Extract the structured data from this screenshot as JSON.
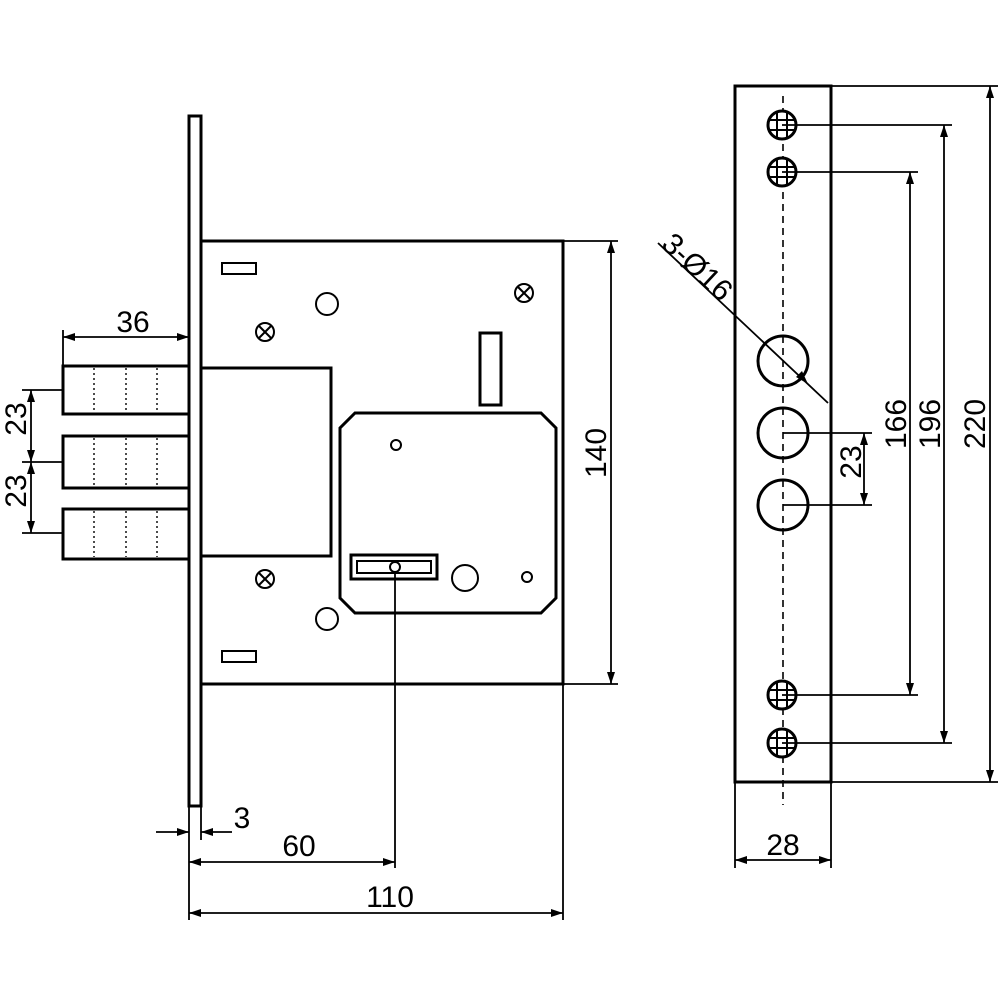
{
  "drawing": {
    "dimensions": {
      "bolt_length": "36",
      "bolt_spacing_upper": "23",
      "bolt_spacing_lower": "23",
      "body_height": "140",
      "faceplate_thickness": "3",
      "backset": "60",
      "body_depth": "110",
      "hole_spec": "3-Ø16",
      "hole_spacing": "23",
      "inner_screw_span": "166",
      "outer_screw_span": "196",
      "strike_height": "220",
      "strike_width": "28"
    }
  }
}
